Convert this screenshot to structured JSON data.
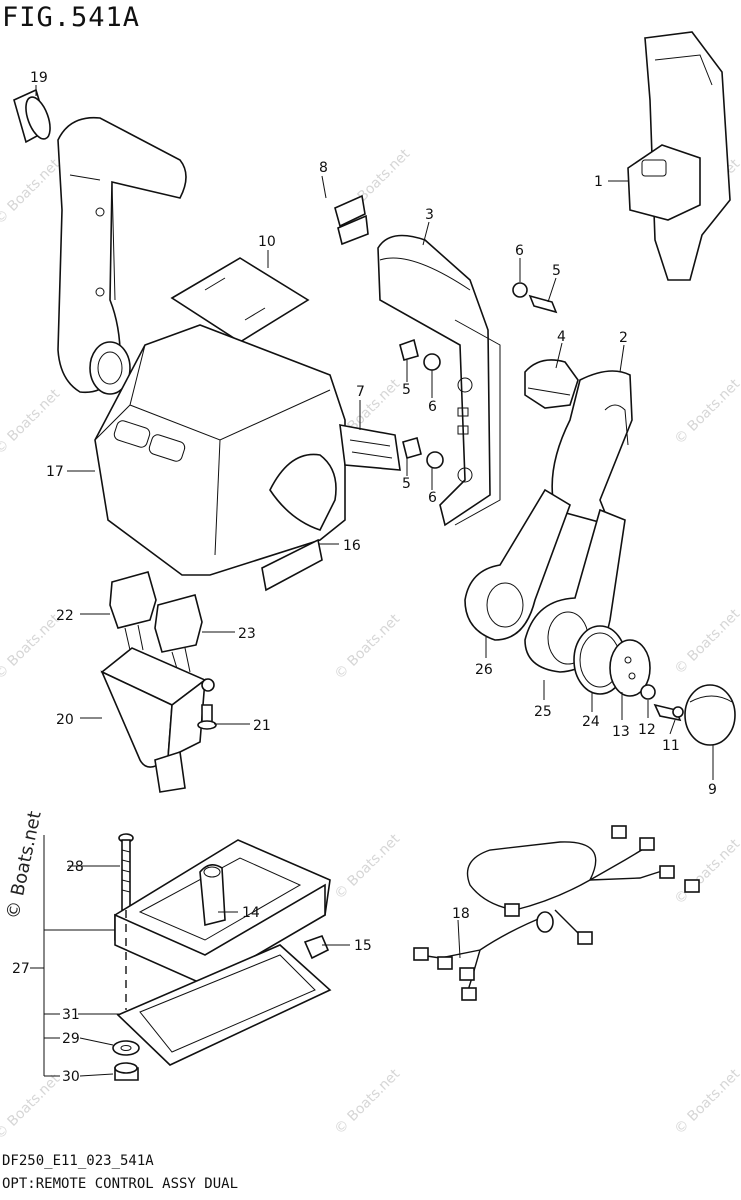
{
  "figure_title": "FIG.541A",
  "footer": {
    "code": "DF250_E11_023_541A",
    "description": "OPT:REMOTE CONTROL ASSY DUAL"
  },
  "watermark": "© Boats.net",
  "callouts": {
    "c1": "1",
    "c2": "2",
    "c3": "3",
    "c4": "4",
    "c5a": "5",
    "c5b": "5",
    "c5c": "5",
    "c6a": "6",
    "c6b": "6",
    "c6c": "6",
    "c7": "7",
    "c8": "8",
    "c9": "9",
    "c10": "10",
    "c11": "11",
    "c12": "12",
    "c13": "13",
    "c14": "14",
    "c15": "15",
    "c16": "16",
    "c17": "17",
    "c18": "18",
    "c19": "19",
    "c20": "20",
    "c21": "21",
    "c22": "22",
    "c23": "23",
    "c24": "24",
    "c25": "25",
    "c26": "26",
    "c27": "27",
    "c28": "28",
    "c29": "29",
    "c30": "30",
    "c31": "31"
  }
}
